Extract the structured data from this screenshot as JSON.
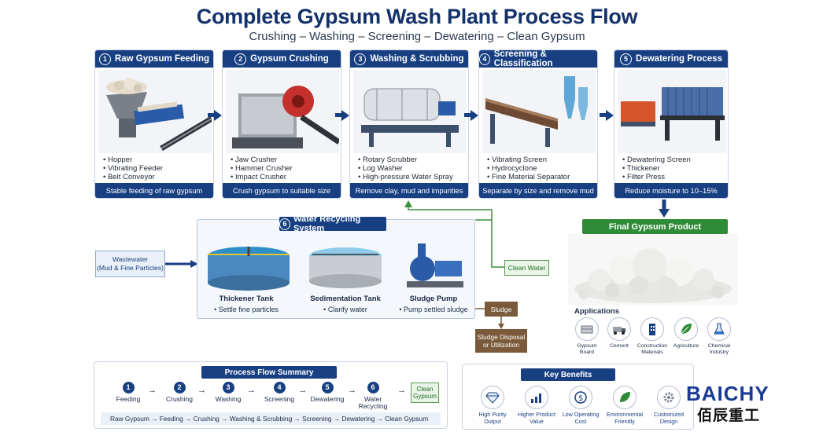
{
  "title": "Complete Gypsum Wash Plant Process Flow",
  "subtitle": "Crushing – Washing – Screening – Dewatering – Clean Gypsum",
  "stages": [
    {
      "num": "1",
      "name": "Raw Gypsum Feeding",
      "items": [
        "Hopper",
        "Vibrating Feeder",
        "Belt Conveyor"
      ],
      "footer": "Stable feeding of raw gypsum"
    },
    {
      "num": "2",
      "name": "Gypsum Crushing",
      "items": [
        "Jaw Crusher",
        "Hammer Crusher",
        "Impact Crusher"
      ],
      "footer": "Crush gypsum to suitable size"
    },
    {
      "num": "3",
      "name": "Washing & Scrubbing",
      "items": [
        "Rotary Scrubber",
        "Log Washer",
        "High-pressure Water Spray"
      ],
      "footer": "Remove clay, mud and impurities"
    },
    {
      "num": "4",
      "name": "Screening & Classification",
      "items": [
        "Vibrating Screen",
        "Hydrocyclone",
        "Fine Material Separator"
      ],
      "footer": "Separate by size and remove mud"
    },
    {
      "num": "5",
      "name": "Dewatering Process",
      "items": [
        "Dewatering Screen",
        "Thickener",
        "Filter Press"
      ],
      "footer": "Reduce moisture to 10–15%"
    }
  ],
  "water": {
    "num": "6",
    "title": "Water Recycling System",
    "units": [
      {
        "name": "Thickener Tank",
        "desc": "Settle fine particles"
      },
      {
        "name": "Sedimentation Tank",
        "desc": "Clarify water"
      },
      {
        "name": "Sludge Pump",
        "desc": "Pump settled sludge"
      }
    ],
    "wastewater_line1": "Wastewater",
    "wastewater_line2": "(Mud & Fine Particles)",
    "clean_water": "Clean Water",
    "sludge": "Sludge",
    "sludge_disposal_line1": "Sludge Disposal",
    "sludge_disposal_line2": "or Utilization"
  },
  "final": {
    "title": "Final Gypsum Product",
    "applications_label": "Applications",
    "applications": [
      {
        "label": "Gypsum Board",
        "icon": "gypsum-board-icon"
      },
      {
        "label": "Cement",
        "icon": "cement-truck-icon"
      },
      {
        "label": "Construction Materials",
        "icon": "construction-tower-icon"
      },
      {
        "label": "Agriculture",
        "icon": "leaf-icon"
      },
      {
        "label": "Chemical Industry",
        "icon": "flask-icon"
      }
    ]
  },
  "summary": {
    "title": "Process Flow Summary",
    "steps": [
      {
        "num": "1",
        "label": "Feeding"
      },
      {
        "num": "2",
        "label": "Crushing"
      },
      {
        "num": "3",
        "label": "Washing"
      },
      {
        "num": "4",
        "label": "Screening"
      },
      {
        "num": "5",
        "label": "Dewatering"
      },
      {
        "num": "6",
        "label": "Water Recycling"
      }
    ],
    "end_label": "Clean Gypsum",
    "arrow": "→",
    "flow_line": "Raw Gypsum → Feeding → Crushing → Washing & Scrubbing → Screening → Dewatering → Clean Gypsum"
  },
  "benefits": {
    "title": "Key Benefits",
    "items": [
      {
        "label": "High Purity Output",
        "icon": "diamond-icon"
      },
      {
        "label": "Higher Product Value",
        "icon": "bar-chart-icon"
      },
      {
        "label": "Low Operating Cost",
        "icon": "dollar-coin-icon"
      },
      {
        "label": "Environmental Friendly",
        "icon": "leaf-icon"
      },
      {
        "label": "Customized Design",
        "icon": "gear-icon"
      }
    ]
  },
  "logo": {
    "en": "BAICHY",
    "cn": "佰辰重工"
  },
  "colors": {
    "navy": "#173f82",
    "green": "#2e8b36",
    "brown": "#7a5a3a"
  }
}
